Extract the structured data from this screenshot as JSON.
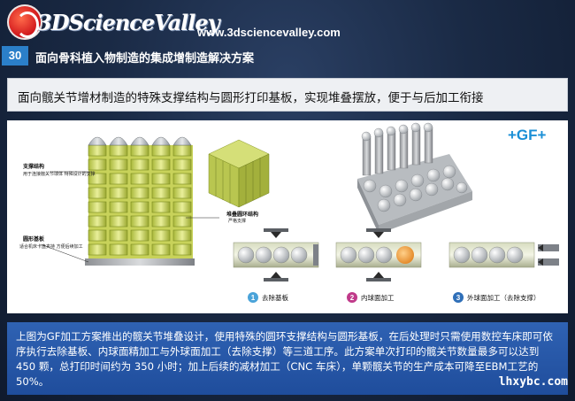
{
  "header": {
    "logo_text": "3DScienceValley",
    "site_url": "www.3dsciencevalley.com"
  },
  "section": {
    "number": "30",
    "title": "面向骨科植入物制造的集成增制造解决方案"
  },
  "subtitle": "面向髋关节增材制造的特殊支撑结构与圆形打印基板，实现堆叠摆放，便于与后加工衔接",
  "figure": {
    "label_support": "支撑结构",
    "label_support_sub": "用于连接髋关节球体 特殊设计的支撑",
    "label_ring_support": "堆叠圆环结构",
    "label_ring_support_sub": "严格支撑",
    "label_base": "圆形基板",
    "label_base_sub": "适合机床卡盘夹持 方便后续加工",
    "brand": "+GF+",
    "steps": [
      {
        "number": "1",
        "label": "去除基板",
        "color": "#4aa3d9"
      },
      {
        "number": "2",
        "label": "内球面加工",
        "color": "#c03a8a"
      },
      {
        "number": "3",
        "label": "外球面加工（去除支撑）",
        "color": "#2f6fb8"
      }
    ]
  },
  "description": "上图为GF加工方案推出的髋关节堆叠设计，使用特殊的圆环支撑结构与圆形基板，在后处理时只需使用数控车床即可依序执行去除基板、内球面精加工与外球面加工（去除支撑）等三道工序。此方案单次打印的髋关节数量最多可以达到 450 颗，总打印时间约为 350 小时；加上后续的减材加工（CNC 车床），单颗髋关节的生产成本可降至EBM工艺的50%。",
  "corner_mark": "lhxybc.com"
}
